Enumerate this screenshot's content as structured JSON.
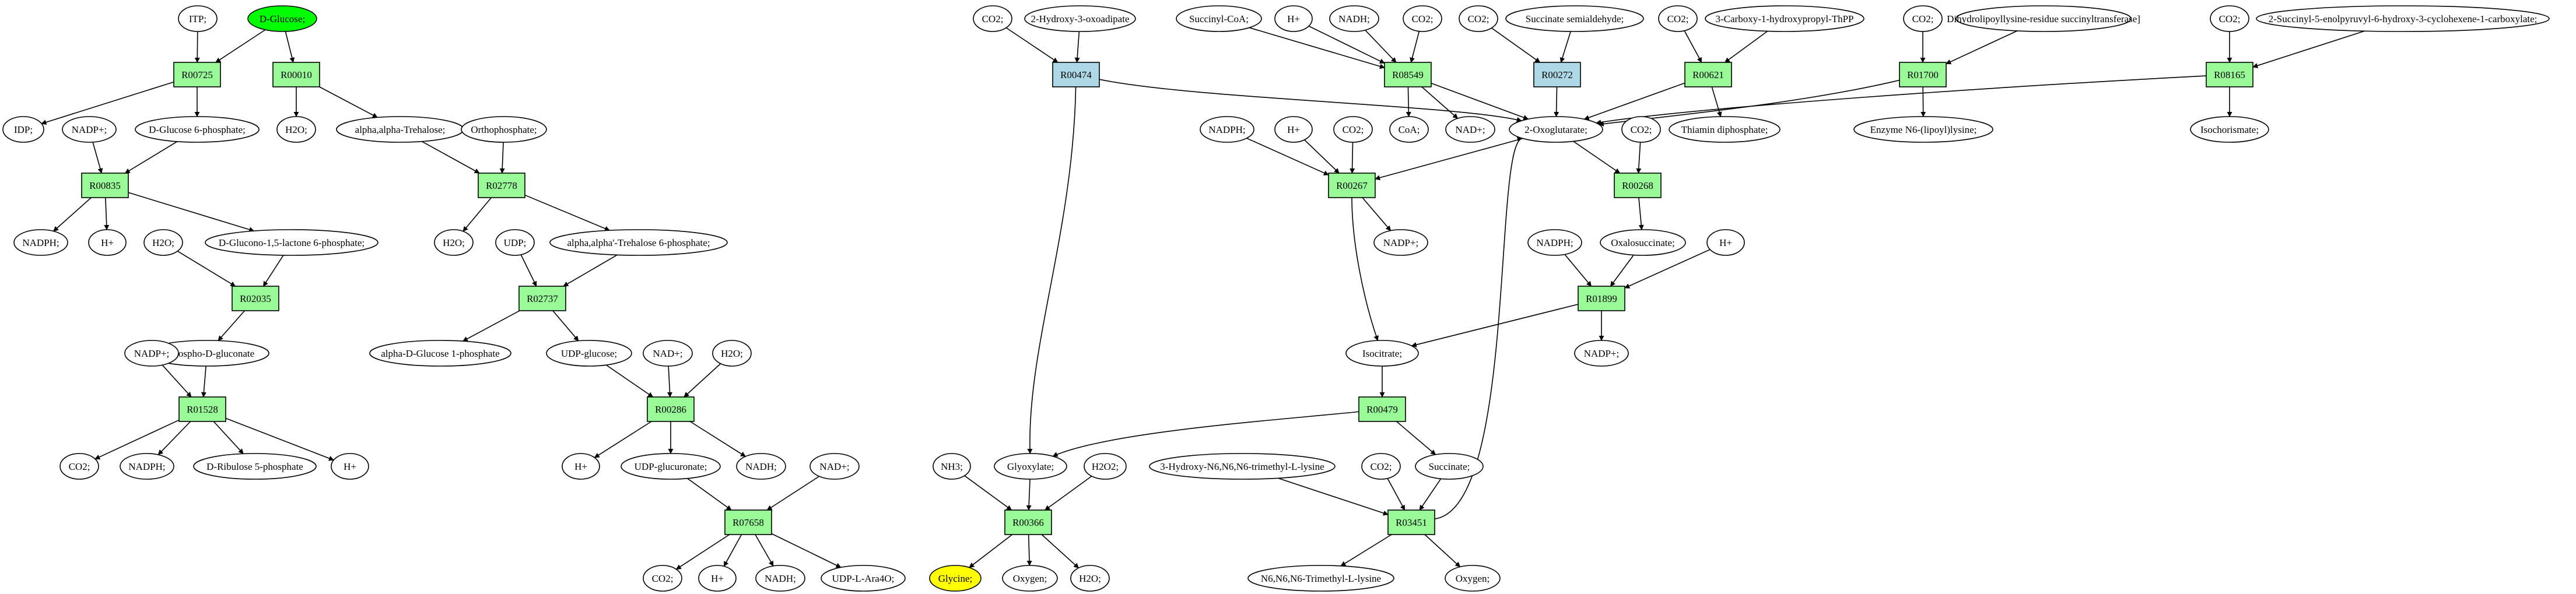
{
  "colors": {
    "reaction_green": "#98fb98",
    "reaction_blue": "#add8e6",
    "start_compound": "#00ff00",
    "target_compound": "#ffff00",
    "compound": "#ffffff"
  },
  "nodes": {
    "itp": "ITP;",
    "d_glucose": "D-Glucose;",
    "r00725": "R00725",
    "r00010": "R00010",
    "idp": "IDP;",
    "nadpp_1": "NADP+;",
    "g6p": "D-Glucose 6-phosphate;",
    "h2o_1": "H2O;",
    "trehalose": "alpha,alpha-Trehalose;",
    "orthophosphate": "Orthophosphate;",
    "r00835": "R00835",
    "r02778": "R02778",
    "nadph_1": "NADPH;",
    "hplus_1": "H+",
    "h2o_2": "H2O;",
    "glucono_lactone": "D-Glucono-1,5-lactone 6-phosphate;",
    "h2o_3": "H2O;",
    "udp": "UDP;",
    "trehalose_6p": "alpha,alpha'-Trehalose 6-phosphate;",
    "r02035": "R02035",
    "r02737": "R02737",
    "phosphogluconate": "6-Phospho-D-gluconate",
    "nadpp_2": "NADP+;",
    "alpha_g1p": "alpha-D-Glucose 1-phosphate",
    "udp_glucose": "UDP-glucose;",
    "nadp_3": "NAD+;",
    "h2o_4": "H2O;",
    "r01528": "R01528",
    "r00286": "R00286",
    "co2_1": "CO2;",
    "nadph_2": "NADPH;",
    "ribulose": "D-Ribulose 5-phosphate",
    "hplus_2": "H+",
    "hplus_3": "H+",
    "udp_glucuronate": "UDP-glucuronate;",
    "nadh_1": "NADH;",
    "nadp_4": "NAD+;",
    "r07658": "R07658",
    "co2_2": "CO2;",
    "hplus_4": "H+",
    "nadh_2": "NADH;",
    "udp_ara4o": "UDP-L-Ara4O;",
    "co2_3": "CO2;",
    "hydroxy_oxoadipate": "2-Hydroxy-3-oxoadipate",
    "succinyl_coa": "Succinyl-CoA;",
    "hplus_5": "H+",
    "nadh_3": "NADH;",
    "co2_4": "CO2;",
    "co2_5": "CO2;",
    "succinate_semialdehyde": "Succinate semialdehyde;",
    "co2_6": "CO2;",
    "carboxy_hpt": "3-Carboxy-1-hydroxypropyl-ThPP",
    "co2_7": "CO2;",
    "dihydrolipoyllysine": "Dihydrolipoyllysine-residue succinyltransferase]",
    "co2_8": "CO2;",
    "succinyl_enolpyruvyl": "2-Succinyl-5-enolpyruvyl-6-hydroxy-3-cyclohexene-1-carboxylate;",
    "r00474": "R00474",
    "r08549": "R08549",
    "r00272": "R00272",
    "r00621": "R00621",
    "r01700": "R01700",
    "r08165": "R08165",
    "coa": "CoA;",
    "nadp_5": "NAD+;",
    "oxoglutarate": "2-Oxoglutarate;",
    "thiamin_diphosphate": "Thiamin diphosphate;",
    "enzyme_lipoyllysine": "Enzyme N6-(lipoyl)lysine;",
    "isochorismate": "Isochorismate;",
    "nadph_3": "NADPH;",
    "hplus_6": "H+",
    "co2_9": "CO2;",
    "co2_10": "CO2;",
    "r00267": "R00267",
    "r00268": "R00268",
    "nadpp_6": "NADP+;",
    "nadph_4": "NADPH;",
    "oxalosuccinate": "Oxalosuccinate;",
    "hplus_7": "H+",
    "r01899": "R01899",
    "isocitrate": "Isocitrate;",
    "nadpp_7": "NADP+;",
    "r00479": "R00479",
    "nh3": "NH3;",
    "glyoxylate": "Glyoxylate;",
    "h2o2": "H2O2;",
    "hydroxy_tml": "3-Hydroxy-N6,N6,N6-trimethyl-L-lysine",
    "co2_11": "CO2;",
    "succinate": "Succinate;",
    "r00366": "R00366",
    "r03451": "R03451",
    "glycine": "Glycine;",
    "oxygen_1": "Oxygen;",
    "h2o_5": "H2O;",
    "tml": "N6,N6,N6-Trimethyl-L-lysine",
    "oxygen_2": "Oxygen;"
  }
}
